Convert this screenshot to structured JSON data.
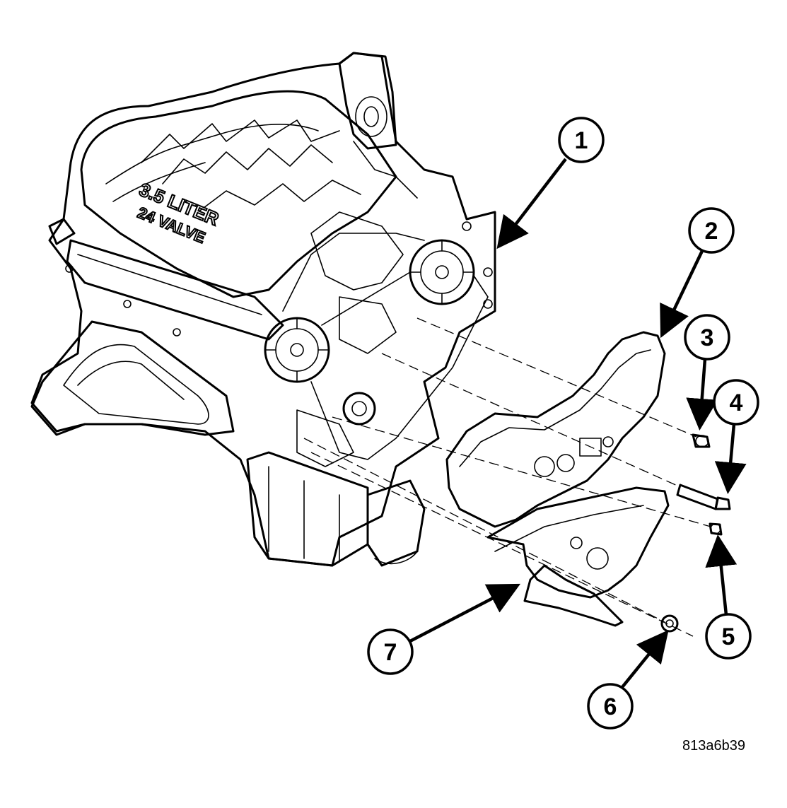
{
  "figure": {
    "id_label": "813a6b39",
    "engine_badge_line1": "3.5 LITER",
    "engine_badge_line2": "24 VALVE"
  },
  "callouts": [
    {
      "number": "1"
    },
    {
      "number": "2"
    },
    {
      "number": "3"
    },
    {
      "number": "4"
    },
    {
      "number": "5"
    },
    {
      "number": "6"
    },
    {
      "number": "7"
    }
  ]
}
